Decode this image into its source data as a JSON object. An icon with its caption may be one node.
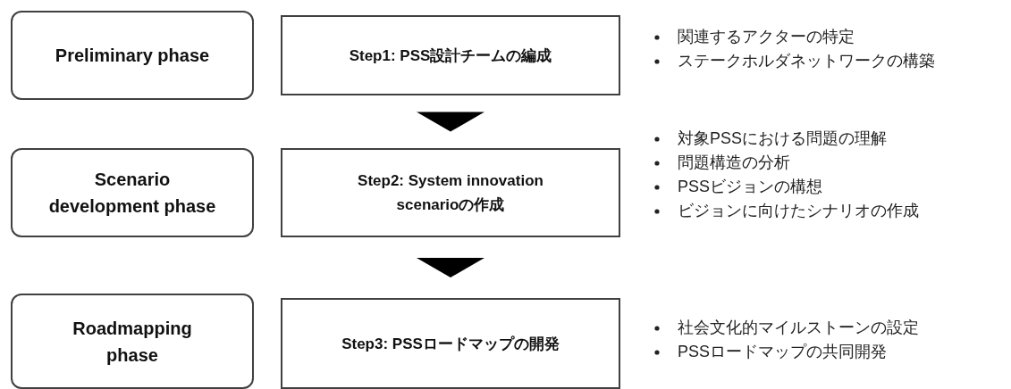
{
  "diagram": {
    "nodes": [
      {
        "text": [
          "Preliminary phase"
        ]
      },
      {
        "text": [
          "Step1: PSS設計チームの編成"
        ],
        "beside": [
          "関連するアクターの特定",
          "ステークホルダネットワークの構築"
        ]
      },
      {
        "text": [
          "Scenario development phase"
        ]
      },
      {
        "text": [
          "Step2: System innovation scenarioの作成"
        ],
        "beside": [
          "対象PSSにおける問題の理解",
          "問題構造の分析",
          "PSSビジョンの構想",
          "ビジョンに向けたシナリオの作成"
        ]
      },
      {
        "text": [
          "Roadmapping phase"
        ]
      },
      {
        "text": [
          "Step3: PSSロードマップの開発"
        ],
        "beside": [
          "社会文化的マイルストーンの設定",
          "PSSロードマップの共同開発"
        ]
      }
    ],
    "edges": [
      {
        "from": 1,
        "to": 3,
        "arrow": "to"
      },
      {
        "from": 3,
        "to": 5,
        "arrow": "to"
      }
    ]
  }
}
